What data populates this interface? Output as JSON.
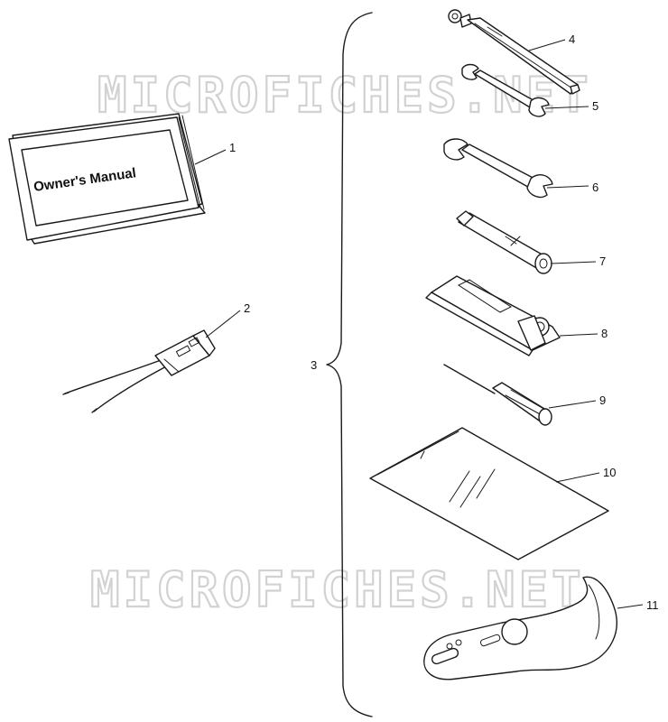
{
  "watermark": "MICROFICHES.NET",
  "manual_cover_text": "Owner's Manual",
  "callouts": {
    "c1": "1",
    "c2": "2",
    "c3": "3",
    "c4": "4",
    "c5": "5",
    "c6": "6",
    "c7": "7",
    "c8": "8",
    "c9": "9",
    "c10": "10",
    "c11": "11"
  },
  "icons": {
    "owners-manual": "book-icon",
    "wiring-lead": "connector-icon",
    "tire-gauge": "gauge-icon",
    "small-wrench": "wrench-icon",
    "large-wrench": "wrench-icon",
    "socket": "socket-icon",
    "tool-pouch-holder": "holder-icon",
    "screwdriver": "screwdriver-icon",
    "plastic-bag": "bag-icon",
    "bracket": "bracket-icon"
  }
}
